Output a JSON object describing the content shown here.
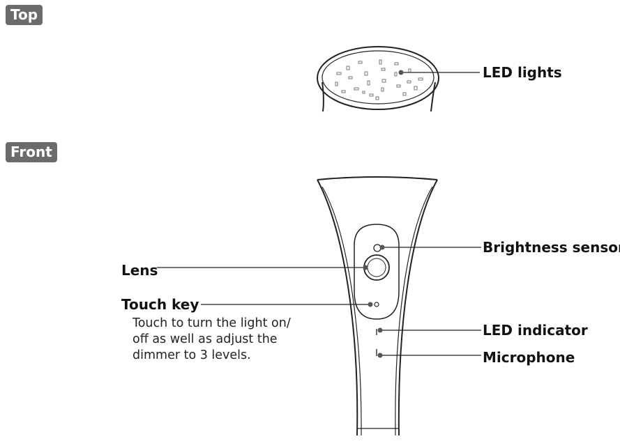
{
  "sections": {
    "top": "Top",
    "front": "Front"
  },
  "callouts": {
    "led_lights": "LED lights",
    "brightness_sensor": "Brightness sensor",
    "lens": "Lens",
    "touch_key": "Touch key",
    "touch_key_desc": [
      "Touch to turn the light on/",
      "off as well as adjust the",
      "dimmer to 3 levels."
    ],
    "led_indicator": "LED indicator",
    "microphone": "Microphone"
  },
  "colors": {
    "badge": "#6b6b6b",
    "line": "#222222",
    "dot": "#555555"
  }
}
